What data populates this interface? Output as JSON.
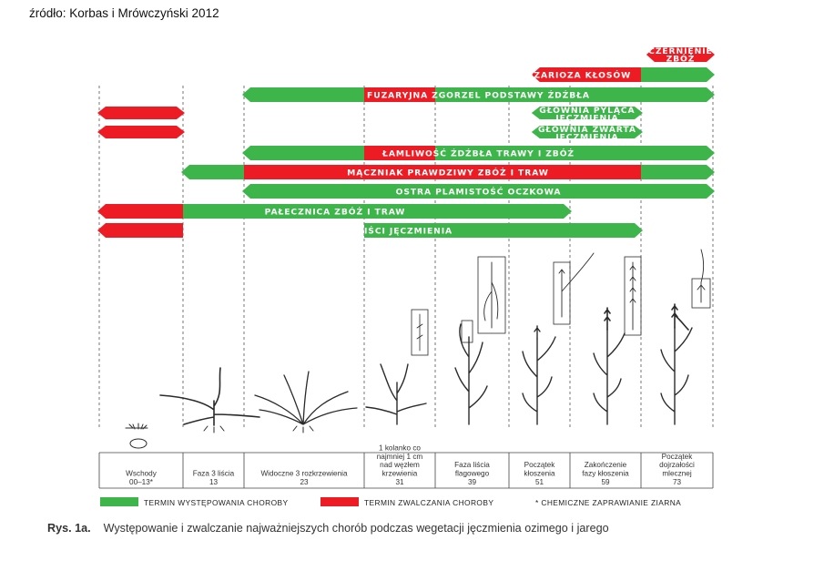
{
  "source_label": "źródło: Korbas i Mrówczyński 2012",
  "colors": {
    "green": "#3db54a",
    "red": "#ed1c24",
    "line": "#555555",
    "plant": "#2a2a2a"
  },
  "bars": [
    {
      "label": "CZERNIENIE ZBÓŻ",
      "lines": [
        "CZERNIENIE",
        "ZBÓŻ"
      ],
      "segments": [
        {
          "color": "red",
          "from": 7.1,
          "to": 8.0
        }
      ]
    },
    {
      "label": "FUZARIOZA KŁOSÓW",
      "lines": [
        "FUZARIOZA KŁOSÓW"
      ],
      "segments": [
        {
          "color": "red",
          "from": 5.4,
          "to": 7.0
        },
        {
          "color": "green",
          "from": 7.0,
          "to": 8.0
        }
      ]
    },
    {
      "label": "FUZARYJNA ZGORZEL PODSTAWY ŹDŹBŁA",
      "lines": [
        "FUZARYJNA ZGORZEL PODSTAWY ŹDŹBŁA"
      ],
      "segments": [
        {
          "color": "green",
          "from": 2.0,
          "to": 3.0
        },
        {
          "color": "red",
          "from": 3.0,
          "to": 4.0
        },
        {
          "color": "green",
          "from": 4.0,
          "to": 8.0
        }
      ]
    },
    {
      "label": "",
      "lines": [],
      "segments": [
        {
          "color": "red",
          "from": 0.0,
          "to": 1.0
        }
      ]
    },
    {
      "label": "GŁOWNIA PYLĄCA JĘCZMIENIA",
      "lines": [
        "GŁOWNIA PYLĄCA",
        "JĘCZMIENIA"
      ],
      "segments": [
        {
          "color": "green",
          "from": 5.4,
          "to": 7.0
        }
      ]
    },
    {
      "label": "",
      "lines": [],
      "segments": [
        {
          "color": "red",
          "from": 0.0,
          "to": 1.0
        }
      ]
    },
    {
      "label": "GŁOWNIA ZWARTA JĘCZMIENIA",
      "lines": [
        "GŁOWNIA ZWARTA",
        "JĘCZMIENIA"
      ],
      "segments": [
        {
          "color": "green",
          "from": 5.4,
          "to": 7.0
        }
      ]
    },
    {
      "label": "ŁAMLIWOŚĆ ŹDŹBŁA TRAWY I ZBÓŻ",
      "lines": [
        "ŁAMLIWOŚĆ ŹDŹBŁA TRAWY I ZBÓŻ"
      ],
      "segments": [
        {
          "color": "green",
          "from": 2.0,
          "to": 3.0
        },
        {
          "color": "red",
          "from": 3.0,
          "to": 4.0
        },
        {
          "color": "green",
          "from": 4.0,
          "to": 8.0
        }
      ]
    },
    {
      "label": "MĄCZNIAK PRAWDZIWY ZBÓŻ I TRAW",
      "lines": [
        "MĄCZNIAK PRAWDZIWY ZBÓŻ I TRAW"
      ],
      "segments": [
        {
          "color": "green",
          "from": 1.0,
          "to": 2.0
        },
        {
          "color": "red",
          "from": 2.0,
          "to": 7.0
        },
        {
          "color": "green",
          "from": 7.0,
          "to": 8.0
        }
      ]
    },
    {
      "label": "OSTRA PLAMISTOŚĆ OCZKOWA",
      "lines": [
        "OSTRA PLAMISTOŚĆ OCZKOWA"
      ],
      "segments": [
        {
          "color": "green",
          "from": 2.0,
          "to": 8.0
        }
      ]
    },
    {
      "label": "PAŁECZNICA ZBÓŻ I TRAW",
      "lines": [
        "PAŁECZNICA ZBÓŻ I TRAW"
      ],
      "segments": [
        {
          "color": "red",
          "from": 0.0,
          "to": 1.0
        },
        {
          "color": "green",
          "from": 1.0,
          "to": 6.0
        }
      ]
    },
    {
      "label": "PASIASTOŚĆ LIŚCI JĘCZMIENIA",
      "lines": [
        "PASIASTOŚĆ LIŚCI JĘCZMIENIA"
      ],
      "segments": [
        {
          "color": "red",
          "from": 0.0,
          "to": 1.0
        },
        {
          "color": "green",
          "from": 3.0,
          "to": 7.0
        }
      ]
    }
  ],
  "stages": [
    {
      "lines": [
        "Wschody",
        "00–13*"
      ]
    },
    {
      "lines": [
        "Faza 3 liścia",
        "13"
      ]
    },
    {
      "lines": [
        "Widoczne 3 rozkrzewienia",
        "23"
      ]
    },
    {
      "lines": [
        "1 kolanko co",
        "najmniej 1 cm",
        "nad węzłem",
        "krzewienia",
        "31"
      ]
    },
    {
      "lines": [
        "Faza liścia",
        "flagowego",
        "39"
      ]
    },
    {
      "lines": [
        "Początek",
        "kłoszenia",
        "51"
      ]
    },
    {
      "lines": [
        "Zakończenie",
        "fazy kłoszenia",
        "59"
      ]
    },
    {
      "lines": [
        "Początek",
        "dojrzałości",
        "mlecznej",
        "73"
      ]
    }
  ],
  "legend": {
    "green_label": "TERMIN WYSTĘPOWANIA CHOROBY",
    "red_label": "TERMIN ZWALCZANIA CHOROBY",
    "note": "* CHEMICZNE ZAPRAWIANIE ZIARNA"
  },
  "caption": {
    "number": "Rys. 1a.",
    "text": "Występowanie i zwalczanie najważniejszych chorób podczas wegetacji jęczmienia ozimego i jarego"
  }
}
